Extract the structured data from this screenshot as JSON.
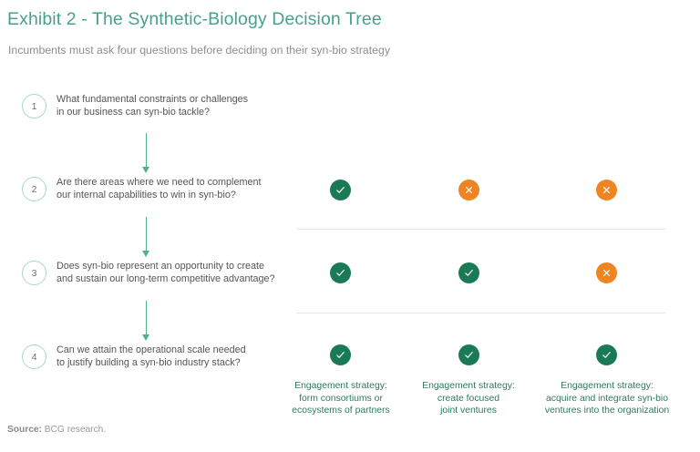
{
  "header": {
    "title": "Exhibit 2 - The Synthetic-Biology Decision Tree",
    "subtitle": "Incumbents must ask four questions before deciding on their syn-bio strategy",
    "title_color": "#48a18a",
    "subtitle_color": "#8e8e8e"
  },
  "questions": [
    {
      "number": "1",
      "text": "What fundamental constraints or challenges\nin our business can syn-bio tackle?"
    },
    {
      "number": "2",
      "text": "Are there areas where we need to complement\nour internal capabilities to win in syn-bio?"
    },
    {
      "number": "3",
      "text": "Does syn-bio represent an opportunity to create\nand sustain our long-term competitive advantage?"
    },
    {
      "number": "4",
      "text": "Can we attain the operational scale needed\nto justify building a syn-bio industry stack?"
    }
  ],
  "colors": {
    "yes": "#1a7a55",
    "no": "#ef8522",
    "arrow": "#4cb582",
    "badge_ring": "#a8d8c6",
    "divider": "#e4e4e4",
    "strategy_text": "#2f7a5c"
  },
  "matrix": {
    "row_questions": [
      "2",
      "3",
      "4"
    ],
    "rows": [
      {
        "question": "2",
        "results": [
          "yes",
          "no",
          "no"
        ]
      },
      {
        "question": "3",
        "results": [
          "yes",
          "yes",
          "no"
        ]
      },
      {
        "question": "4",
        "results": [
          "yes",
          "yes",
          "yes"
        ]
      }
    ]
  },
  "strategies": [
    {
      "text": "Engagement strategy:\nform consortiums or\necosystems of partners"
    },
    {
      "text": "Engagement strategy:\ncreate focused\njoint ventures"
    },
    {
      "text": "Engagement strategy:\nacquire and integrate syn-bio\nventures into the organization"
    }
  ],
  "icons": {
    "yes": "check-circle-icon",
    "no": "cross-circle-icon"
  },
  "footer": {
    "source_label": "Source:",
    "source_text": "BCG research."
  }
}
